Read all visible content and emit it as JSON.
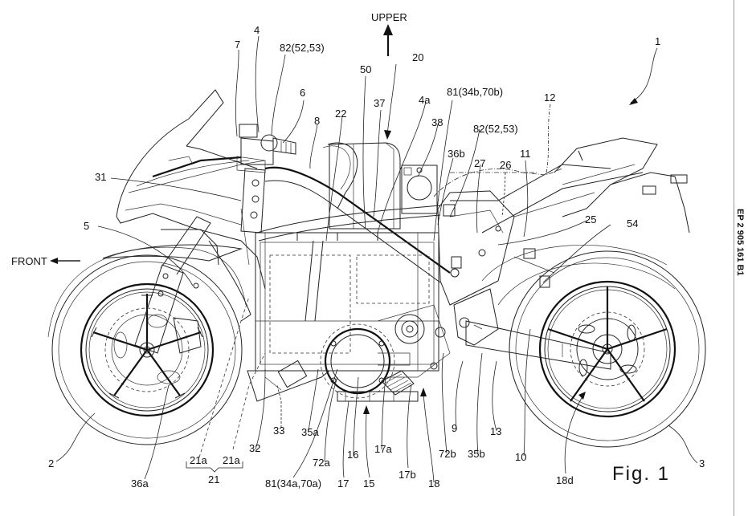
{
  "document": {
    "publication_number": "EP 2 905 161 B1",
    "figure_label": "Fig. 1",
    "direction_labels": {
      "upper": "UPPER",
      "front": "FRONT"
    },
    "subject": "electric motorcycle side view",
    "reference_numerals": {
      "n1": "1",
      "n2": "2",
      "n3": "3",
      "n4": "4",
      "n4a": "4a",
      "n5": "5",
      "n6": "6",
      "n7": "7",
      "n8": "8",
      "n9": "9",
      "n10": "10",
      "n11": "11",
      "n12": "12",
      "n13": "13",
      "n15": "15",
      "n16": "16",
      "n17": "17",
      "n17a": "17a",
      "n17b": "17b",
      "n18": "18",
      "n18d": "18d",
      "n20": "20",
      "n21": "21",
      "n21a_left": "21a",
      "n21a_right": "21a",
      "n22": "22",
      "n25": "25",
      "n26": "26",
      "n27": "27",
      "n31": "31",
      "n32": "32",
      "n33": "33",
      "n35a": "35a",
      "n35b": "35b",
      "n36a": "36a",
      "n36b": "36b",
      "n37": "37",
      "n38": "38",
      "n50": "50",
      "n54": "54",
      "n72a": "72a",
      "n72b": "72b",
      "n81_front": "81(34a,70a)",
      "n81_rear": "81(34b,70b)",
      "n82_upper": "82(52,53)",
      "n82_rear": "82(52,53)"
    }
  }
}
